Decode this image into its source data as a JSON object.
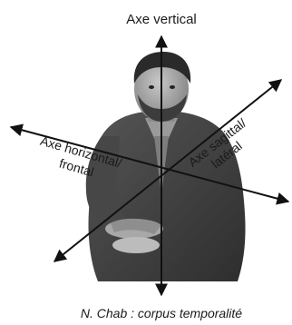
{
  "figure": {
    "labels": {
      "vertical_axis": "Axe vertical",
      "sagittal_line1": "Axe sagittal/",
      "sagittal_line2": "latéral",
      "horizontal_line1": "Axe horizontal/",
      "horizontal_line2": "frontal"
    },
    "caption": "N. Chab : corpus temporalité"
  },
  "colors": {
    "axis": "#111111",
    "photo_dark": "#3a3a3a",
    "photo_mid": "#6e6e6e",
    "photo_light": "#b4b4b4"
  }
}
